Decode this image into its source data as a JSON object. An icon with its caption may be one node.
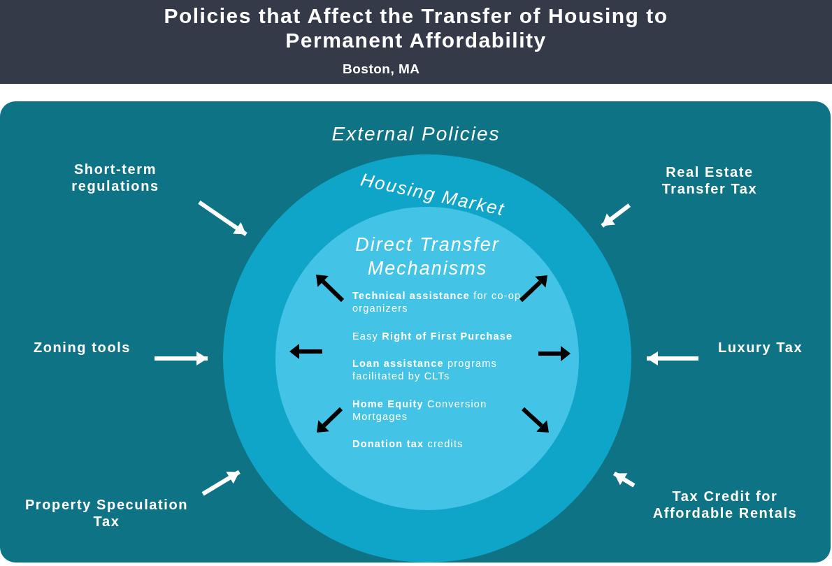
{
  "diagram": {
    "title": "Policies that Affect the Transfer of Housing to Permanent Affordability",
    "nodes": [
      {
        "text": [
          "External Policies"
        ]
      },
      {
        "text": [
          "Housing Market"
        ],
        "in": 0
      },
      {
        "text": [
          "Direct Transfer Mechanisms",
          "**Technical assistance** for co-op organizers",
          "Easy **Right of First Purchase**",
          "**Loan assistance** programs facilitated by CLTs",
          "**Home Equity** Conversion Mortgages",
          "**Donation tax** credits"
        ],
        "in": 1
      },
      {
        "text": [
          "Short-term regulations"
        ],
        "in": 0
      },
      {
        "text": [
          "Real Estate Transfer Tax"
        ],
        "in": 0
      },
      {
        "text": [
          "Zoning tools"
        ],
        "in": 0
      },
      {
        "text": [
          "Luxury Tax"
        ],
        "in": 0
      },
      {
        "text": [
          "Property Speculation Tax"
        ],
        "in": 0
      },
      {
        "text": [
          "Tax Credit for Affordable Rentals"
        ],
        "in": 0
      }
    ],
    "edges": [
      {
        "from": 3,
        "to": 1,
        "arrow": "to"
      },
      {
        "from": 4,
        "to": 1,
        "arrow": "to"
      },
      {
        "from": 5,
        "to": 1,
        "arrow": "to"
      },
      {
        "from": 6,
        "to": 1,
        "arrow": "to"
      },
      {
        "from": 7,
        "to": 1,
        "arrow": "to"
      },
      {
        "from": 8,
        "to": 1,
        "arrow": "to"
      }
    ],
    "labels": [
      "Boston, MA"
    ]
  }
}
